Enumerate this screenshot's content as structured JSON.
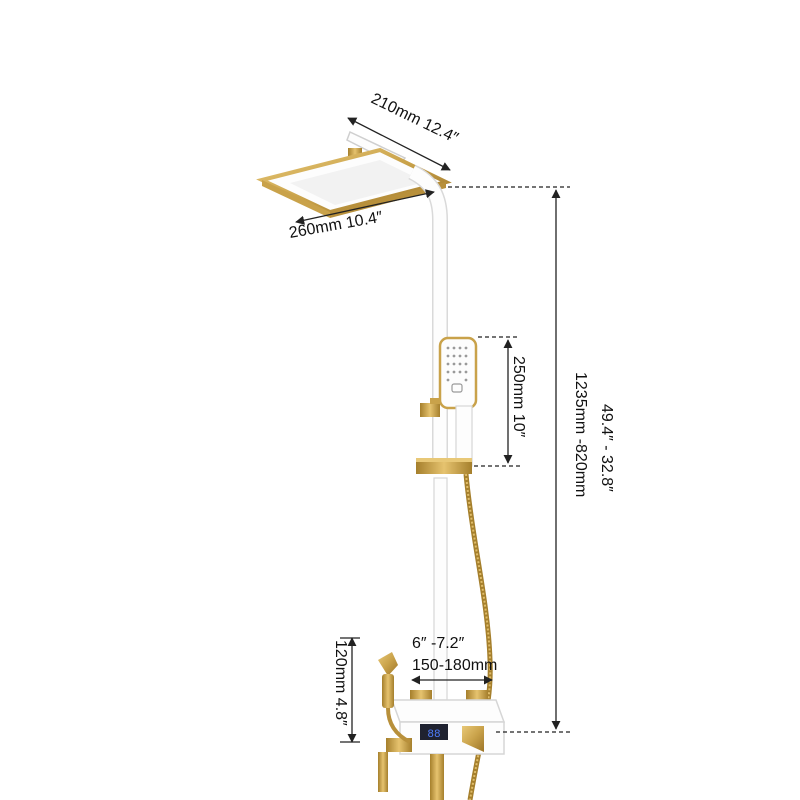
{
  "colors": {
    "gold": "#c9a24a",
    "gold_dark": "#a57f2c",
    "white_body": "#fdfdfd",
    "outline": "#d6d6d6",
    "dim_line": "#222222",
    "display_blue": "#1f4fd8"
  },
  "dimensions": {
    "head_depth": "210mm 12.4″",
    "head_width": "260mm 10.4″",
    "handheld_length": "250mm 10″",
    "total_height_mm": "1235mm -820mm",
    "total_height_in": "49.4″ - 32.8″",
    "spout_height": "120mm 4.8″",
    "spacing_in": "6″ -7.2″",
    "spacing_mm": "150-180mm"
  },
  "display": {
    "reading": "88"
  }
}
